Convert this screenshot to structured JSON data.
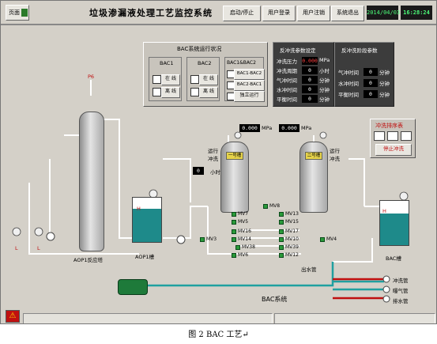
{
  "header": {
    "home_label": "页面",
    "title": "垃圾渗漏液处理工艺监控系统",
    "buttons": {
      "start_stop": "启动/停止",
      "user_login": "用户登录",
      "user_logout": "用户注销",
      "exit": "系统退出"
    },
    "date": "2014/04/03",
    "time": "16:28:24"
  },
  "bac_status": {
    "title": "BAC系统运行状况",
    "bac1": {
      "label": "BAC1",
      "online": "在 线",
      "offline": "离 线"
    },
    "bac2": {
      "label": "BAC2",
      "online": "在 线",
      "offline": "离 线"
    },
    "combo": {
      "label": "BAC1&BAC2",
      "opt1": "BAC1-BAC2",
      "opt2": "BAC2-BAC1",
      "opt3": "独立运行"
    }
  },
  "backwash_settings": {
    "title": "反冲洗参数设定",
    "rows": [
      {
        "label": "冲洗压力",
        "value": "0.000",
        "unit": "MPa"
      },
      {
        "label": "冲洗周期",
        "value": "0",
        "unit": "小时"
      },
      {
        "label": "气冲时间",
        "value": "0",
        "unit": "分钟"
      },
      {
        "label": "水冲时间",
        "value": "0",
        "unit": "分钟"
      },
      {
        "label": "平衡时间",
        "value": "0",
        "unit": "分钟"
      }
    ]
  },
  "backwash_stage": {
    "title": "反冲洗阶段参数",
    "rows": [
      {
        "label": "气冲时间",
        "value": "0",
        "unit": "分钟"
      },
      {
        "label": "水冲时间",
        "value": "0",
        "unit": "分钟"
      },
      {
        "label": "平衡时间",
        "value": "0",
        "unit": "分钟"
      }
    ]
  },
  "flush_panel": {
    "title": "冲洗排序表",
    "stop_button": "停止冲洗"
  },
  "process": {
    "p6": "P6",
    "reactor": "AOP1反应塔",
    "aop_tank": "AOP1槽",
    "bac_tank": "BAC槽",
    "tank1_name": "一号槽",
    "tank2_name": "二号槽",
    "pressure1": "0.000",
    "pressure2": "0.000",
    "pressure_unit": "MPa",
    "run_label1": "运行",
    "wash_label1": "冲洗",
    "run_label2": "运行",
    "wash_label2": "冲洗",
    "hours_value": "0",
    "hours_unit": "小时",
    "system_label": "BAC系统",
    "outlet": "出水管",
    "pipes": {
      "backwash": "冲洗管",
      "exhaust": "曝气管",
      "drain": "排水管"
    },
    "valves": [
      "MV8",
      "MV7",
      "MV13",
      "MV5",
      "MV15",
      "MV16",
      "MV17",
      "MV14",
      "MV10",
      "MV3",
      "MV38",
      "MV39",
      "MV4",
      "MV6",
      "MV12"
    ],
    "levels": {
      "H": "H",
      "L": "L"
    }
  }
}
